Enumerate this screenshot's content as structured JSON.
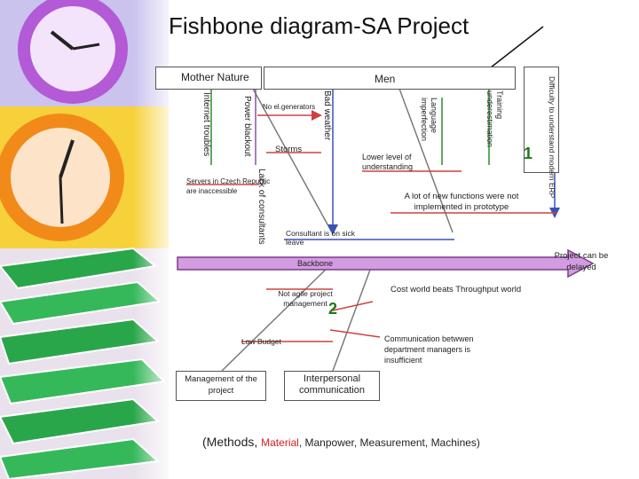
{
  "title": "Fishbone diagram-SA Project",
  "categories": {
    "mother_nature": "Mother Nature",
    "men": "Men",
    "management": "Management of the project",
    "interpersonal": "Interpersonal communication"
  },
  "causes": {
    "internet_troubles": "Internet troubles",
    "power_blackout": "Power blackout",
    "no_el_generators": "No el.generators",
    "bad_weather": "Bad weather",
    "storms": "Storms",
    "servers_czech": "Servers in Czech Republic are inaccessible",
    "lack_of_consultants": "Lack of consultants",
    "language_imperfection": "Language imperfection",
    "training_underestimation": "Training underestimation",
    "lower_level_understanding": "Lower level of understanding",
    "difficulty_erp": "Difficulty to understand modern ERP",
    "new_functions": "A lot of new functions were not implemented in prototype",
    "consultant_sick": "Consultant is on sick leave",
    "not_agile": "Not agile project management",
    "cost_world": "Cost world beats Throughput world",
    "communication_managers": "Communication betwwen department managers is insufficient",
    "low_budget": "Low Budget"
  },
  "backbone_label": "Backbone",
  "effect": "Project can be delayed",
  "markers": {
    "one": "1",
    "two": "2"
  },
  "footer": {
    "open": "(Methods, ",
    "material": "Material",
    "rest": ", Manpower, Measurement, Machines)"
  },
  "colors": {
    "backbone_fill": "#d39be0",
    "backbone_stroke": "#7a3d8f",
    "marker_green": "#1a7a1a",
    "accent_red": "#d62020",
    "arrow_blue": "#3a52b8",
    "bone_red": "#d04040",
    "bone_green": "#2d8a2d",
    "bone_purple": "#8b4fb0"
  }
}
